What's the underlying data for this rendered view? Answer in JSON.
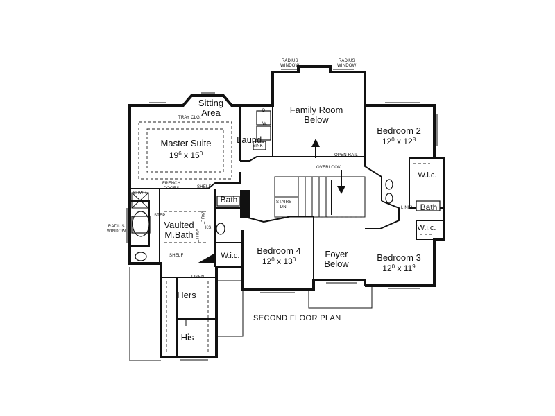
{
  "plan": {
    "title": "SECOND FLOOR PLAN"
  },
  "rooms": {
    "sitting_area": "Sitting\nArea",
    "master_suite": {
      "name": "Master Suite",
      "w": "19",
      "w_in": "6",
      "x": "x",
      "h": "15",
      "h_in": "0"
    },
    "laundry": "Laund.",
    "family_room": "Family Room\nBelow",
    "bedroom2": {
      "name": "Bedroom 2",
      "w": "12",
      "w_in": "0",
      "x": "x",
      "h": "12",
      "h_in": "8"
    },
    "bedroom3": {
      "name": "Bedroom 3",
      "w": "12",
      "w_in": "0",
      "x": "x",
      "h": "11",
      "h_in": "9"
    },
    "bedroom4": {
      "name": "Bedroom 4",
      "w": "12",
      "w_in": "0",
      "x": "x",
      "h": "13",
      "h_in": "0"
    },
    "vaulted_bath": "Vaulted\nM.Bath",
    "foyer": "Foyer\nBelow",
    "bath_left": "Bath",
    "bath_right": "Bath",
    "wic_left": "W.i.c.",
    "wic_right_top": "W.i.c.",
    "wic_right_bottom": "W.i.c.",
    "hers": "Hers",
    "his": "His"
  },
  "notes": {
    "radius_window_left_top": "RADIUS\nWINDOW",
    "radius_window_right_top": "RADIUS\nWINDOW",
    "radius_window_side": "RADIUS\nWINDOW",
    "tray_clg": "TRAY CLG.",
    "open_rail": "OPEN RAIL",
    "overlook": "OVERLOOK",
    "sink": "SINK",
    "dryer": "D.",
    "washer": "W.",
    "french_doors": "FRENCH\nDOORS",
    "shelf_top": "SHELF",
    "shelf_bottom": "SHELF",
    "shwr": "SHWR",
    "step": "STEP",
    "vault_1": "VAULT",
    "vault_2": "VAULT",
    "ks": "KS.",
    "stairs": "STAIRS\nDN.",
    "linen_right": "LINEN",
    "linen_bottom": "LINEN"
  }
}
